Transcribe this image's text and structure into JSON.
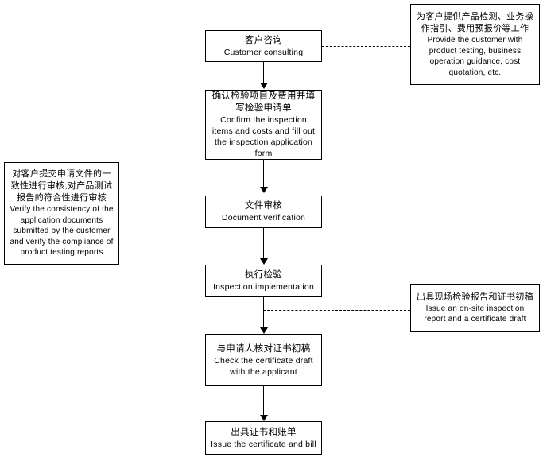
{
  "diagram": {
    "title": "Inspection and certification service flowchart",
    "background_color": "#ffffff",
    "line_color": "#000000"
  },
  "nodes": [
    {
      "id": "customer-consulting",
      "cn": "客户咨询",
      "en": "Customer consulting"
    },
    {
      "id": "confirm-inspection-items",
      "cn": "确认检验项目及费用并填\n写检验申请单",
      "en": "Confirm the inspection\nitems and costs and fill out\nthe inspection  application\nform"
    },
    {
      "id": "document-verification",
      "cn": "文件审核",
      "en": "Document verification"
    },
    {
      "id": "inspection-implementation",
      "cn": "执行检验",
      "en": "Inspection implementation"
    },
    {
      "id": "check-certificate-draft",
      "cn": "与申请人核对证书初稿",
      "en": "Check the certificate  draft\nwith the applicant"
    },
    {
      "id": "issue-certificate-and-bill",
      "cn": "出具证书和账单",
      "en": "Issue the certificate  and bill"
    }
  ],
  "notes": [
    {
      "id": "note-consulting-service",
      "cn": "为客户提供产品检测、业务操\n作指引、费用预报价等工作",
      "en": "Provide the customer  with\nproduct testing, business\noperation guidance, cost\nquotation, etc."
    },
    {
      "id": "note-document-review",
      "cn": "对客户提交申请文件的一\n致性进行审核;对产品测试\n报告的符合性进行审核",
      "en": "Verify the consistency  of the\napplication documents\nsubmitted by the customer\nand verify the compliance  of\nproduct testing  reports"
    },
    {
      "id": "note-onsite-report",
      "cn": "出具现场检验报告和证书初稿",
      "en": "Issue an on-site  inspection\nreport and a certificate  draft"
    }
  ]
}
